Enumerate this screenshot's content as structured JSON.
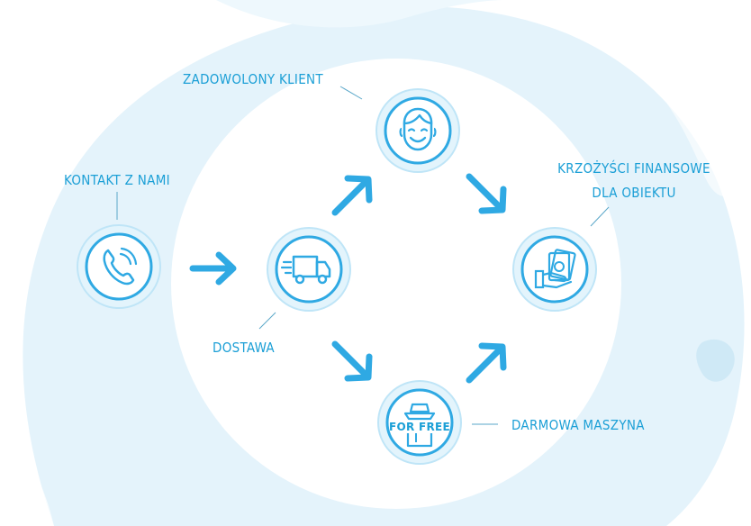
{
  "colors": {
    "primary": "#2fa9e3",
    "text": "#1b9fd6",
    "background_light": "#e6f4fb",
    "background_white": "#ffffff"
  },
  "nodes": {
    "contact": {
      "label": "KONTAKT Z NAMI",
      "icon": "phone-icon"
    },
    "delivery": {
      "label": "DOSTAWA",
      "icon": "truck-icon"
    },
    "client": {
      "label": "ZADOWOLONY KLIENT",
      "icon": "smiling-face-icon"
    },
    "machine": {
      "label": "DARMOWA MASZYNA",
      "icon": "vending-machine-icon",
      "badge": "FOR FREE"
    },
    "benefits": {
      "label_line1": "KRZOŻYŚCI FINANSOWE",
      "label_line2": "DLA OBIEKTU",
      "icon": "money-hand-icon"
    }
  }
}
